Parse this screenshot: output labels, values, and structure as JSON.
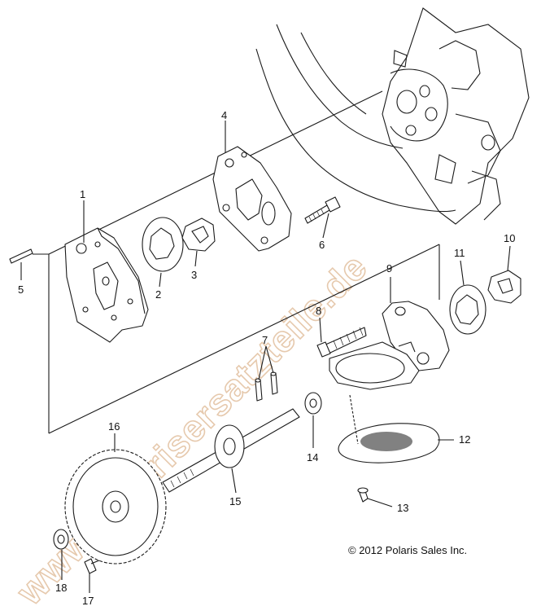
{
  "watermark": "www.polarisersatzteile.de",
  "copyright": "© 2012 Polaris Sales Inc.",
  "callouts": {
    "c1": "1",
    "c2": "2",
    "c3": "3",
    "c4": "4",
    "c5": "5",
    "c6": "6",
    "c7": "7",
    "c8": "8",
    "c9": "9",
    "c10": "10",
    "c11": "11",
    "c12": "12",
    "c13": "13",
    "c14": "14",
    "c15": "15",
    "c16": "16",
    "c17": "17",
    "c18": "18"
  }
}
